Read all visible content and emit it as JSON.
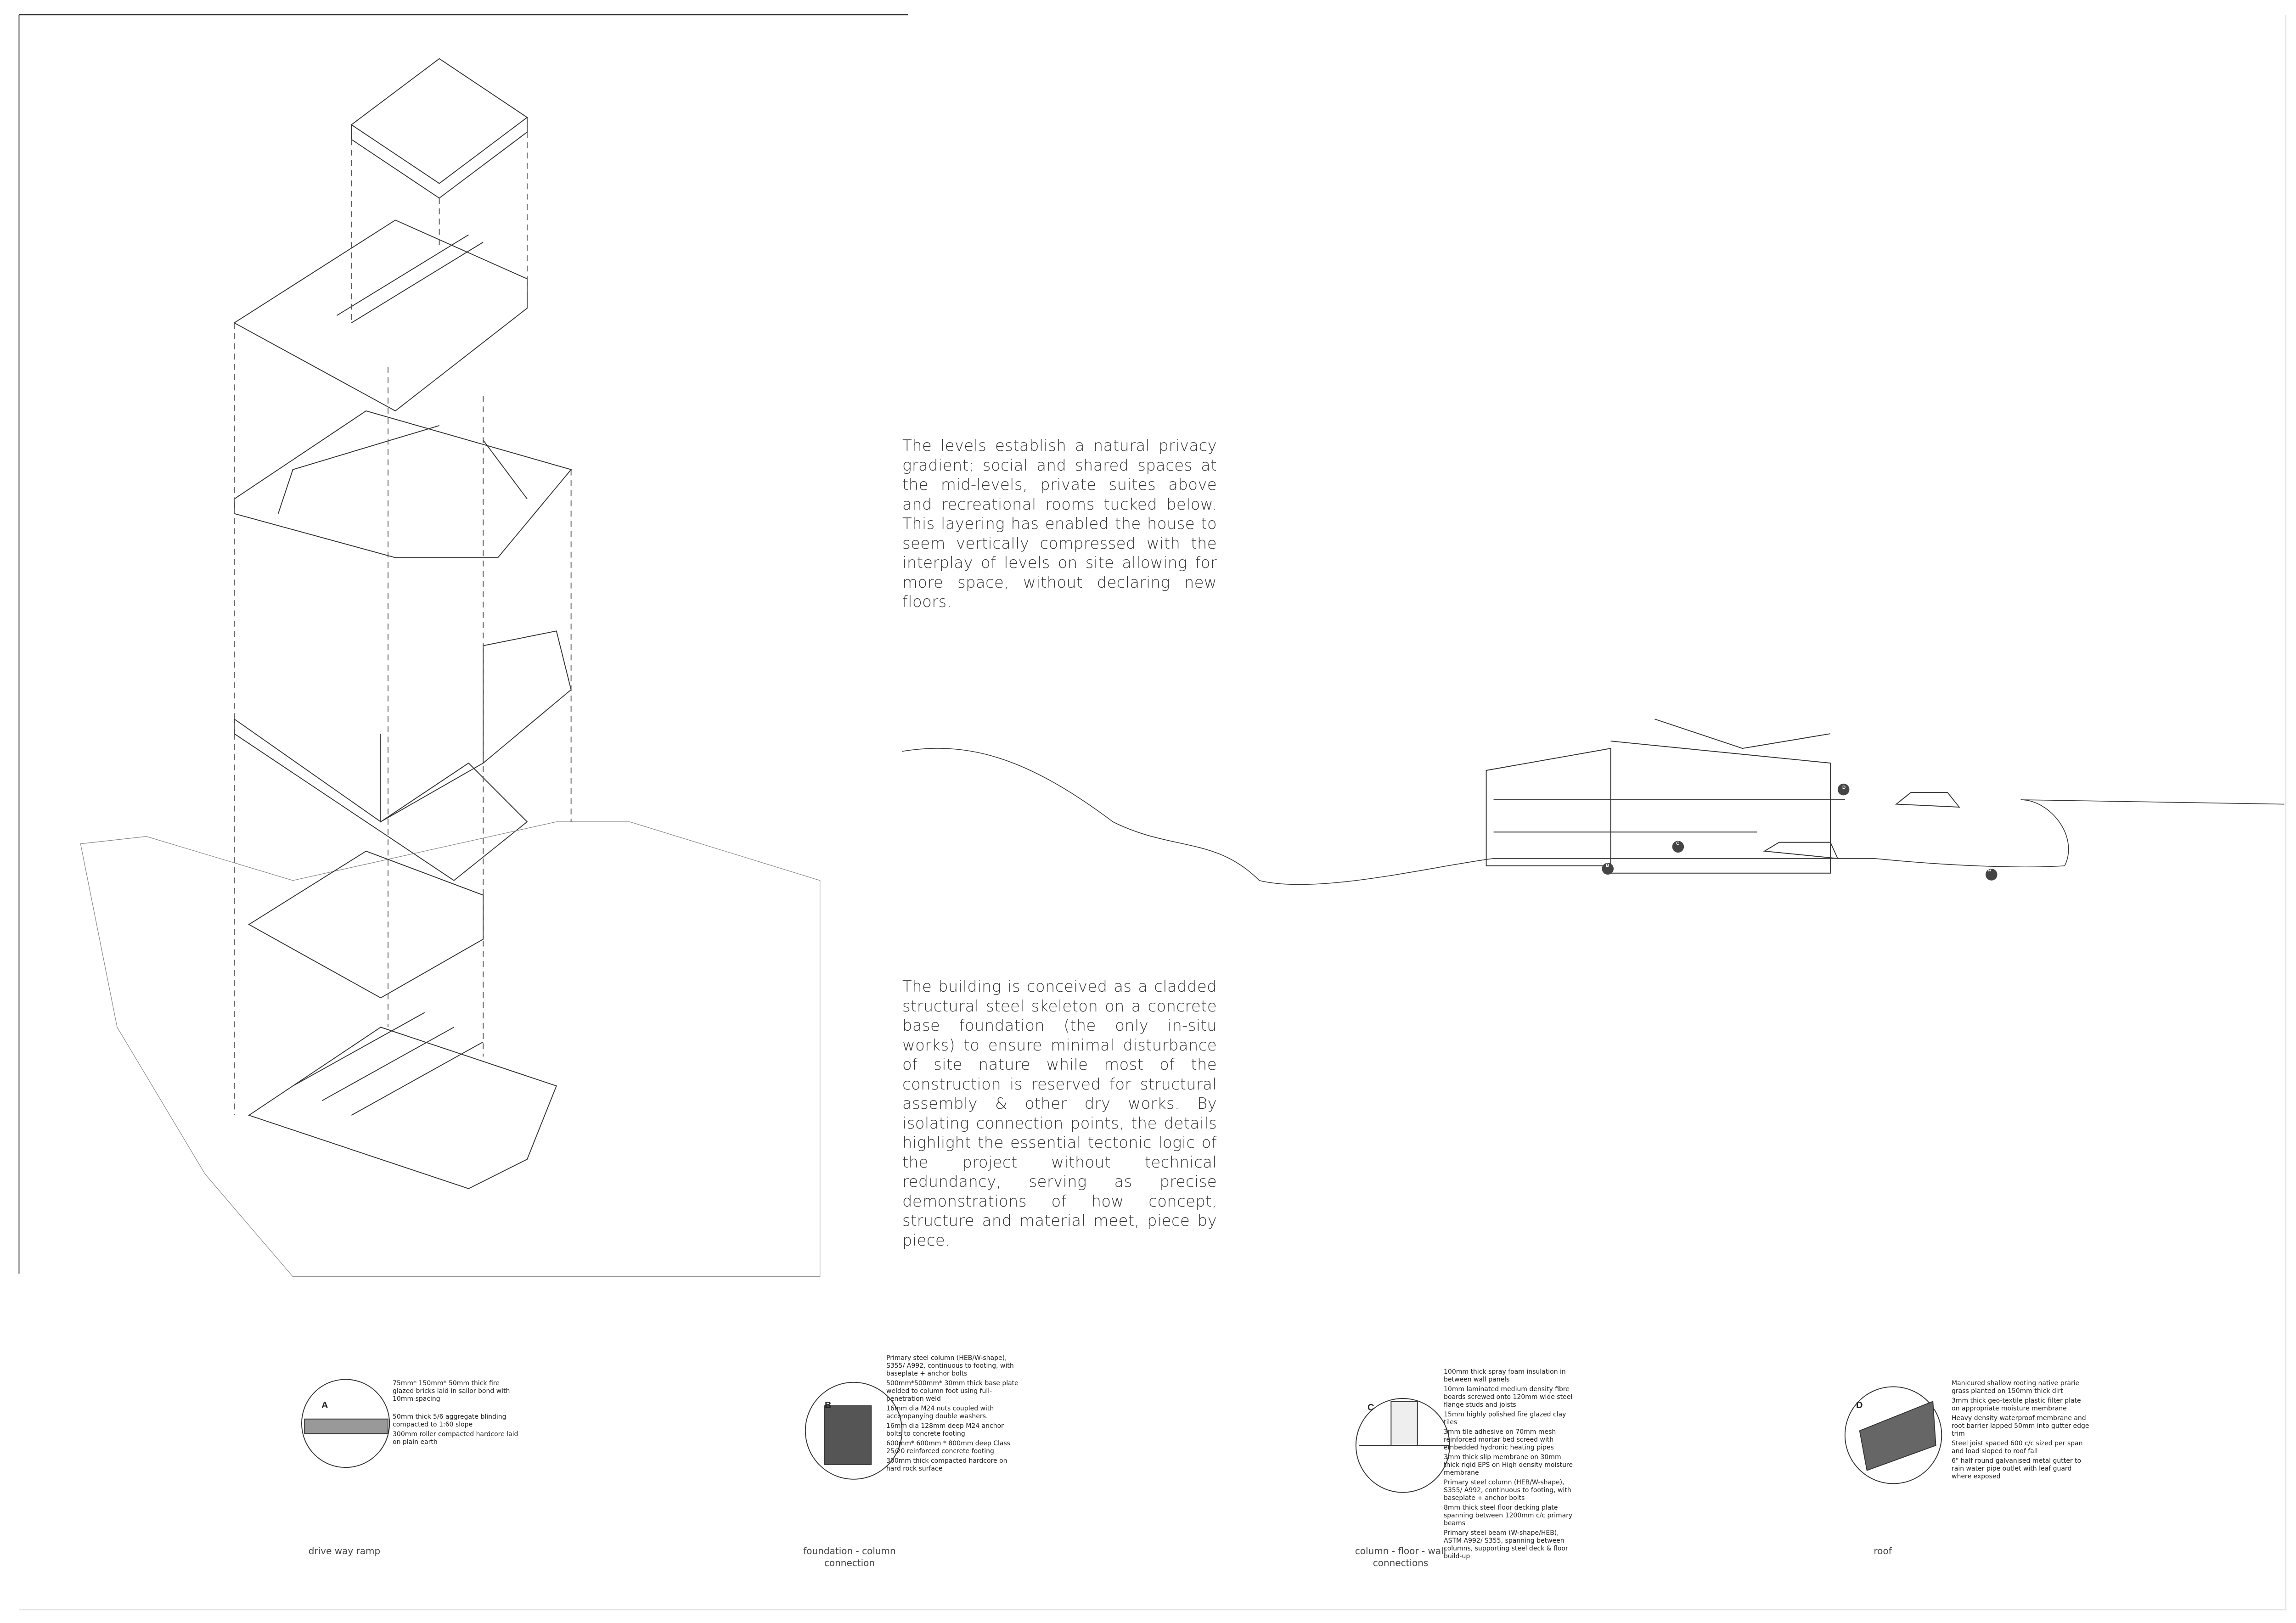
{
  "paragraphs": {
    "privacy": "The levels establish a natural privacy gradient; social and shared spaces at the mid-levels, private suites above and recreational rooms tucked below. This layering has enabled the house to seem vertically compressed with the interplay of levels on site allowing for more space, without declaring new floors.",
    "structure": "The building is conceived as a cladded structural steel skeleton on a concrete base foundation (the only in-situ works) to ensure minimal disturbance of site nature while most of the construction is reserved for structural assembly & other dry works. By isolating connection points, the details highlight the essential tectonic logic of the project without technical redundancy, serving as precise demonstrations of how concept, structure and material meet, piece by piece."
  },
  "section_markers": [
    "A",
    "B",
    "C",
    "D"
  ],
  "details": [
    {
      "tag": "A",
      "caption": "drive way ramp",
      "notes": [
        "75mm* 150mm* 50mm thick fire glazed bricks laid in sailor bond with 10mm spacing",
        "50mm thick 5/6 aggregate blinding compacted to 1:60 slope",
        "300mm roller compacted hardcore laid on plain earth"
      ]
    },
    {
      "tag": "B",
      "caption": "foundation - column connection",
      "notes": [
        "Primary steel column (HEB/W-shape), S355/ A992, continuous to footing, with baseplate + anchor bolts",
        "500mm*500mm* 30mm thick base plate welded to column foot using full-penetration weld",
        "16mm dia M24 nuts coupled with accompanying double washers.",
        "16mm dia 128mm deep M24 anchor bolts to concrete footing",
        "600mm* 600mm * 800mm deep Class 25/20 reinforced concrete footing",
        "300mm thick compacted hardcore on hard rock surface"
      ]
    },
    {
      "tag": "C",
      "caption": "column - floor - wall connections",
      "notes": [
        "100mm thick spray foam insulation in between wall panels",
        "10mm laminated medium density fibre boards screwed onto 120mm wide steel flange studs and joists",
        "15mm highly polished fire glazed clay tiles",
        "3mm tile adhesive on 70mm mesh reinforced mortar bed screed with embedded hydronic heating pipes",
        "3mm thick slip membrane on 30mm thick rigid EPS on High density moisture membrane",
        "Primary steel column (HEB/W-shape), S355/ A992, continuous to footing, with baseplate + anchor bolts",
        "8mm thick steel floor decking plate spanning between 1200mm c/c primary beams",
        "Primary steel beam (W-shape/HEB), ASTM A992/ S355, spanning between columns, supporting steel deck & floor build-up"
      ]
    },
    {
      "tag": "D",
      "caption": "roof",
      "notes": [
        "Manicured shallow rooting native prarie grass planted on 150mm thick dirt",
        "3mm thick geo-textile plastic filter plate on appropriate moisture membrane",
        "Heavy density waterproof membrane and root barrier lapped 50mm into gutter edge trim",
        "Steel joist spaced 600 c/c sized per span and load sloped to roof fall",
        "6\" half round galvanised metal gutter to rain water pipe outlet with leaf guard where exposed"
      ]
    }
  ]
}
